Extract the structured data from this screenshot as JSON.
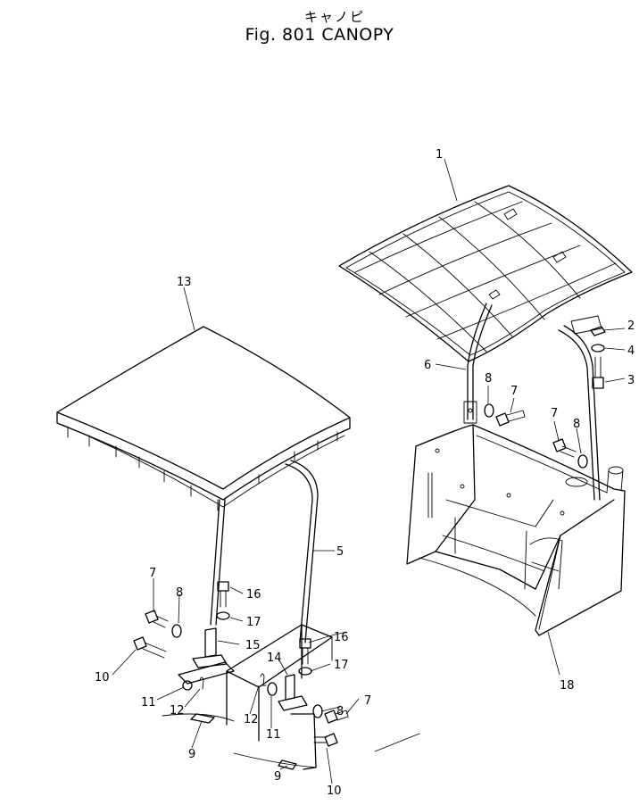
{
  "figure": {
    "title_jp": "キャノピ",
    "title_en": "Fig. 801 CANOPY"
  },
  "callouts": [
    {
      "id": "c1",
      "text": "1"
    },
    {
      "id": "c2",
      "text": "2"
    },
    {
      "id": "c3",
      "text": "3"
    },
    {
      "id": "c4",
      "text": "4"
    },
    {
      "id": "c5",
      "text": "5"
    },
    {
      "id": "c6",
      "text": "6"
    },
    {
      "id": "c7a",
      "text": "7"
    },
    {
      "id": "c7b",
      "text": "7"
    },
    {
      "id": "c7c",
      "text": "7"
    },
    {
      "id": "c7d",
      "text": "7"
    },
    {
      "id": "c8a",
      "text": "8"
    },
    {
      "id": "c8b",
      "text": "8"
    },
    {
      "id": "c8c",
      "text": "8"
    },
    {
      "id": "c8d",
      "text": "8"
    },
    {
      "id": "c9a",
      "text": "9"
    },
    {
      "id": "c9b",
      "text": "9"
    },
    {
      "id": "c10a",
      "text": "10"
    },
    {
      "id": "c10b",
      "text": "10"
    },
    {
      "id": "c11a",
      "text": "11"
    },
    {
      "id": "c11b",
      "text": "11"
    },
    {
      "id": "c12a",
      "text": "12"
    },
    {
      "id": "c12b",
      "text": "12"
    },
    {
      "id": "c13",
      "text": "13"
    },
    {
      "id": "c14",
      "text": "14"
    },
    {
      "id": "c15",
      "text": "15"
    },
    {
      "id": "c16a",
      "text": "16"
    },
    {
      "id": "c16b",
      "text": "16"
    },
    {
      "id": "c17a",
      "text": "17"
    },
    {
      "id": "c17b",
      "text": "17"
    },
    {
      "id": "c18",
      "text": "18"
    }
  ]
}
